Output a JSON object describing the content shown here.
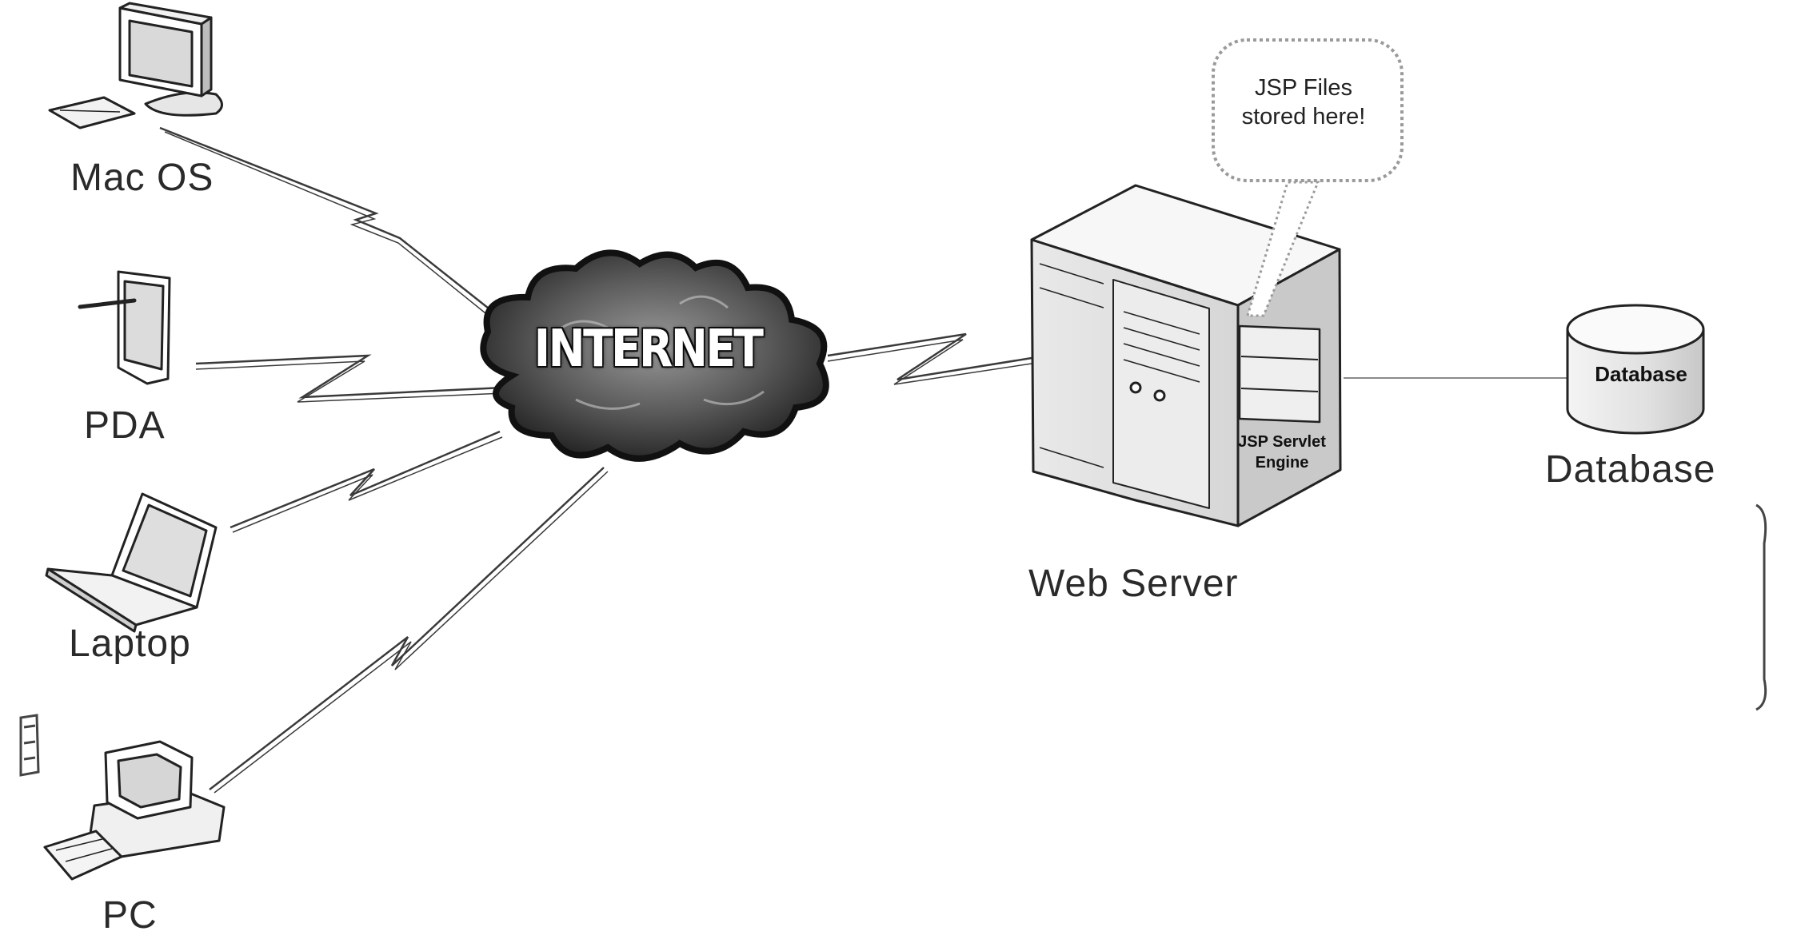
{
  "diagram": {
    "nodes": {
      "mac": {
        "label": "Mac OS",
        "icon": "desktop-monitor-icon"
      },
      "pda": {
        "label": "PDA",
        "icon": "pda-icon"
      },
      "laptop": {
        "label": "Laptop",
        "icon": "laptop-icon"
      },
      "pc": {
        "label": "PC",
        "icon": "pc-computer-icon"
      },
      "internet": {
        "label": "INTERNET",
        "icon": "cloud-icon"
      },
      "web_server": {
        "label": "Web Server",
        "icon": "server-tower-icon"
      },
      "engine": {
        "label_line1": "JSP Servlet",
        "label_line2": "Engine"
      },
      "callout": {
        "line1": "JSP Files",
        "line2": "stored here!"
      },
      "database": {
        "label": "Database",
        "inner_label": "Database",
        "icon": "database-cylinder-icon"
      }
    },
    "edges": [
      {
        "from": "Mac OS",
        "to": "INTERNET",
        "style": "lightning"
      },
      {
        "from": "PDA",
        "to": "INTERNET",
        "style": "lightning"
      },
      {
        "from": "Laptop",
        "to": "INTERNET",
        "style": "lightning"
      },
      {
        "from": "PC",
        "to": "INTERNET",
        "style": "lightning"
      },
      {
        "from": "INTERNET",
        "to": "Web Server",
        "style": "lightning"
      },
      {
        "from": "Web Server",
        "to": "Database",
        "style": "line"
      }
    ]
  }
}
